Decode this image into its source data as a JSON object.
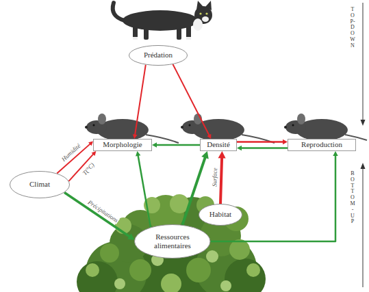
{
  "diagram": {
    "nodes": [
      {
        "text": [
          "Prédation"
        ]
      },
      {
        "text": [
          "Morphologie"
        ]
      },
      {
        "text": [
          "Densité"
        ]
      },
      {
        "text": [
          "Reproduction"
        ]
      },
      {
        "text": [
          "Climat"
        ]
      },
      {
        "text": [
          "Habitat"
        ]
      },
      {
        "text": [
          "Ressources alimentaires"
        ]
      }
    ],
    "edges": [
      {
        "from": 0,
        "to": 1,
        "arrow": "to"
      },
      {
        "from": 0,
        "to": 2,
        "arrow": "to"
      },
      {
        "from": 4,
        "to": 1,
        "arrow": "to",
        "label": "Humidité"
      },
      {
        "from": 4,
        "to": 1,
        "arrow": "to",
        "label": "T(°C)"
      },
      {
        "from": 4,
        "to": 6,
        "arrow": "to",
        "label": "Précipitations"
      },
      {
        "from": 6,
        "to": 1,
        "arrow": "to"
      },
      {
        "from": 6,
        "to": 2,
        "arrow": "to"
      },
      {
        "from": 5,
        "to": 2,
        "arrow": "to",
        "label": "Surface"
      },
      {
        "from": 6,
        "to": 3,
        "arrow": "to"
      },
      {
        "from": 2,
        "to": 1,
        "arrow": "to"
      },
      {
        "from": 2,
        "to": 3,
        "arrow": "to"
      },
      {
        "from": 3,
        "to": 2,
        "arrow": "to"
      }
    ],
    "labels": [
      "TOP-DOWN",
      "BOTTOM-UP"
    ]
  }
}
